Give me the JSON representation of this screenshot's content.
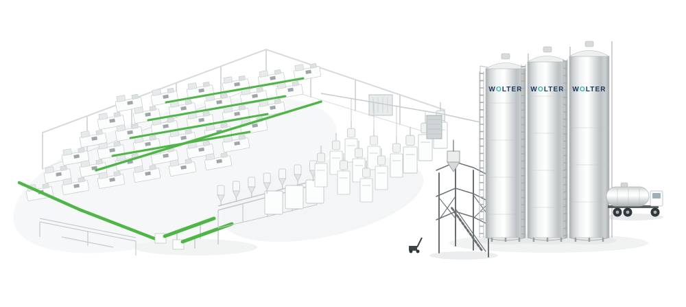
{
  "brand": {
    "name": "WOLTER",
    "part_before_o": "W",
    "accent_letter": "O",
    "part_after_o": "LTER",
    "text_color": "#16365a",
    "accent_color": "#2fb5a0"
  },
  "colors": {
    "background": "#ffffff",
    "conveyor_green": "#4fb547",
    "steel_light": "#eceeee",
    "steel_mid": "#c2c7c9",
    "steel_dark": "#6a7175",
    "hall_frame": "#d6dadc",
    "shadow": "#e9ebec"
  },
  "silos": [
    {
      "label": "WOLTER"
    },
    {
      "label": "WOLTER"
    },
    {
      "label": "WOLTER"
    }
  ],
  "equipment": {
    "molding_machines": {
      "rows": 6,
      "per_row": 6
    },
    "dryer_columns": {
      "columns": 3,
      "per_column": 3
    },
    "rear_dryers": 3,
    "platform_hoppers": 7,
    "incline_conveyors": 2
  }
}
